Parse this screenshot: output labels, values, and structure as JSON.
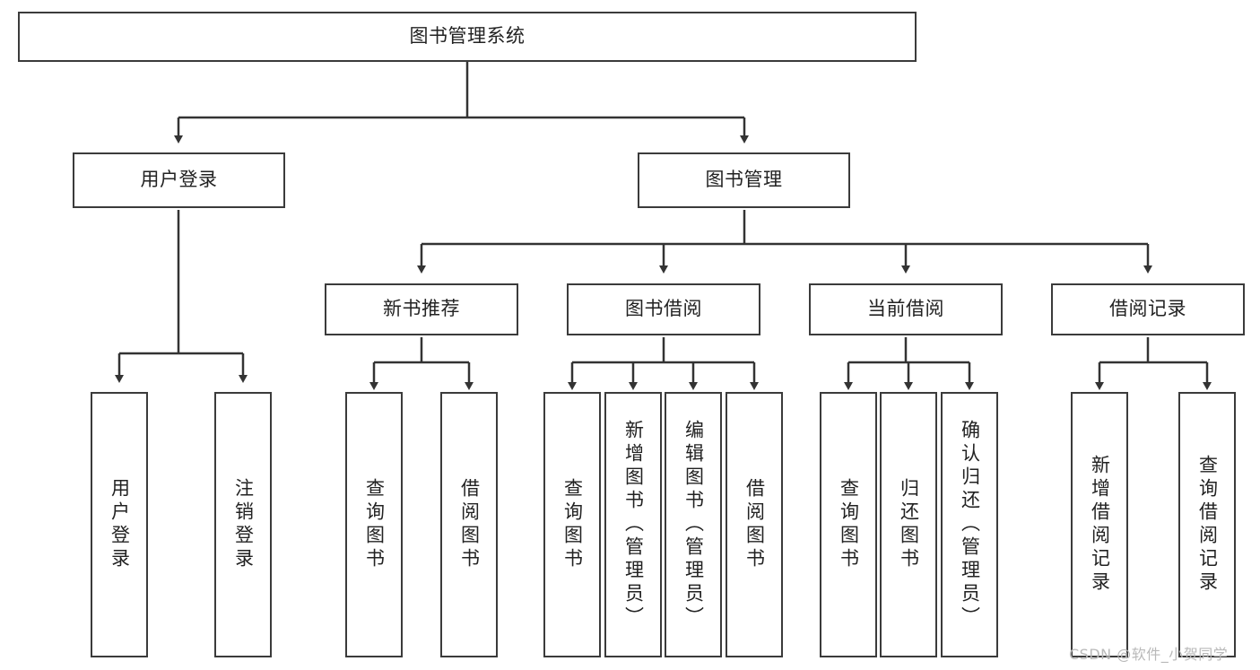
{
  "diagram": {
    "title": "图书管理系统",
    "type": "tree-hierarchy",
    "root": {
      "id": "root",
      "label": "图书管理系统"
    },
    "level2": [
      {
        "id": "user-login",
        "label": "用户登录"
      },
      {
        "id": "book-manage",
        "label": "图书管理"
      }
    ],
    "level3": [
      {
        "id": "new-book-recommend",
        "label": "新书推荐",
        "parent": "book-manage"
      },
      {
        "id": "book-borrow",
        "label": "图书借阅",
        "parent": "book-manage"
      },
      {
        "id": "current-borrow",
        "label": "当前借阅",
        "parent": "book-manage"
      },
      {
        "id": "borrow-record",
        "label": "借阅记录",
        "parent": "book-manage"
      }
    ],
    "leaves": [
      {
        "id": "leaf-user-login",
        "label": "用户登录",
        "parent": "user-login"
      },
      {
        "id": "leaf-user-logout",
        "label": "注销登录",
        "parent": "user-login"
      },
      {
        "id": "leaf-query-book-1",
        "label": "查询图书",
        "parent": "new-book-recommend"
      },
      {
        "id": "leaf-borrow-book-1",
        "label": "借阅图书",
        "parent": "new-book-recommend"
      },
      {
        "id": "leaf-query-book-2",
        "label": "查询图书",
        "parent": "book-borrow"
      },
      {
        "id": "leaf-add-book",
        "label": "新增图书（管理员）",
        "parent": "book-borrow"
      },
      {
        "id": "leaf-edit-book",
        "label": "编辑图书（管理员）",
        "parent": "book-borrow"
      },
      {
        "id": "leaf-borrow-book-2",
        "label": "借阅图书",
        "parent": "book-borrow"
      },
      {
        "id": "leaf-query-book-3",
        "label": "查询图书",
        "parent": "current-borrow"
      },
      {
        "id": "leaf-return-book",
        "label": "归还图书",
        "parent": "current-borrow"
      },
      {
        "id": "leaf-confirm-return",
        "label": "确认归还（管理员）",
        "parent": "current-borrow"
      },
      {
        "id": "leaf-add-record",
        "label": "新增借阅记录",
        "parent": "borrow-record"
      },
      {
        "id": "leaf-query-record",
        "label": "查询借阅记录",
        "parent": "borrow-record"
      }
    ],
    "watermark": "CSDN @软件_小贺同学",
    "colors": {
      "border": "#3b3b3b",
      "text": "#222222",
      "background": "#ffffff",
      "connector": "#333333",
      "watermark": "#b9b9b9"
    }
  }
}
